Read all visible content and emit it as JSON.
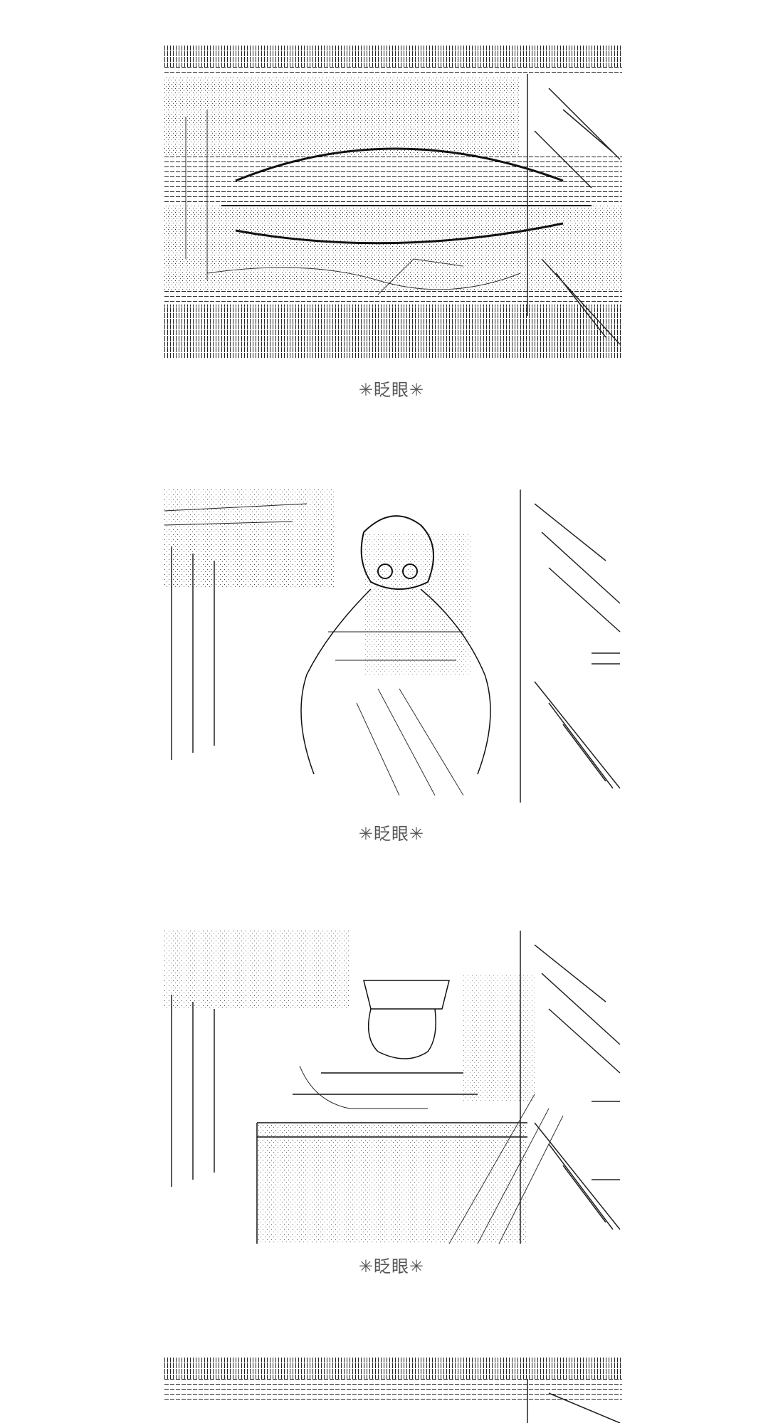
{
  "captions": [
    {
      "text": "✳眨眼✳"
    },
    {
      "text": "✳眨眼✳"
    },
    {
      "text": "✳眨眼✳"
    }
  ],
  "panels": [
    {
      "scene": "eye-closed-dotted-art"
    },
    {
      "scene": "character-close-up-art"
    },
    {
      "scene": "character-seated-art"
    },
    {
      "scene": "eye-closed-dotted-art"
    }
  ],
  "colors": {
    "ink": "#111111",
    "caption": "#555555",
    "background": "#ffffff"
  }
}
